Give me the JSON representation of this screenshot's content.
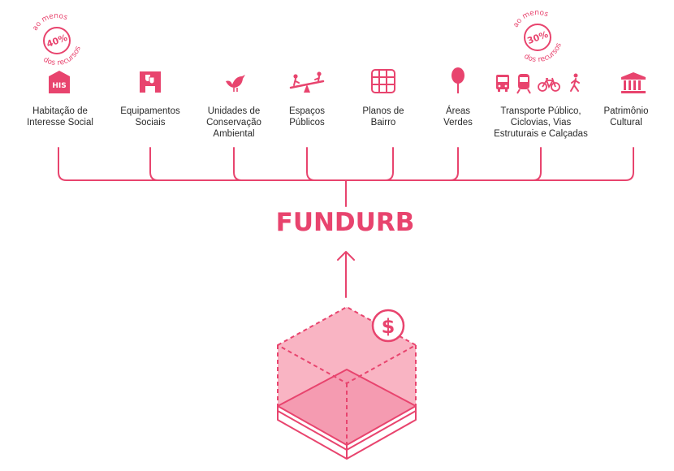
{
  "colors": {
    "accent": "#e8446e",
    "fill_light": "#f9b4c3",
    "fill_mid": "#f59bb1",
    "text": "#2a2a2a"
  },
  "title": "FUNDURB",
  "badges": [
    {
      "top": "ao menos",
      "value": "40%",
      "bottom": "dos recursos"
    },
    {
      "top": "ao menos",
      "value": "30%",
      "bottom": "dos recursos"
    }
  ],
  "categories": [
    {
      "icon": "his-building-icon",
      "icon_text": "HIS",
      "lines": [
        "Habitação de",
        "Interesse Social"
      ]
    },
    {
      "icon": "theater-masks-icon",
      "lines": [
        "Equipamentos",
        "Sociais"
      ]
    },
    {
      "icon": "bird-icon",
      "lines": [
        "Unidades de",
        "Conservação",
        "Ambiental"
      ]
    },
    {
      "icon": "seesaw-icon",
      "lines": [
        "Espaços",
        "Públicos"
      ]
    },
    {
      "icon": "grid-map-icon",
      "lines": [
        "Planos de",
        "Bairro"
      ]
    },
    {
      "icon": "tree-icon",
      "lines": [
        "Áreas",
        "Verdes"
      ]
    },
    {
      "icon": "transport-icons",
      "lines": [
        "Transporte Público,",
        "Ciclovias,  Vias",
        "Estruturais e Calçadas"
      ]
    },
    {
      "icon": "museum-icon",
      "lines": [
        "Patrimônio",
        "Cultural"
      ]
    }
  ]
}
